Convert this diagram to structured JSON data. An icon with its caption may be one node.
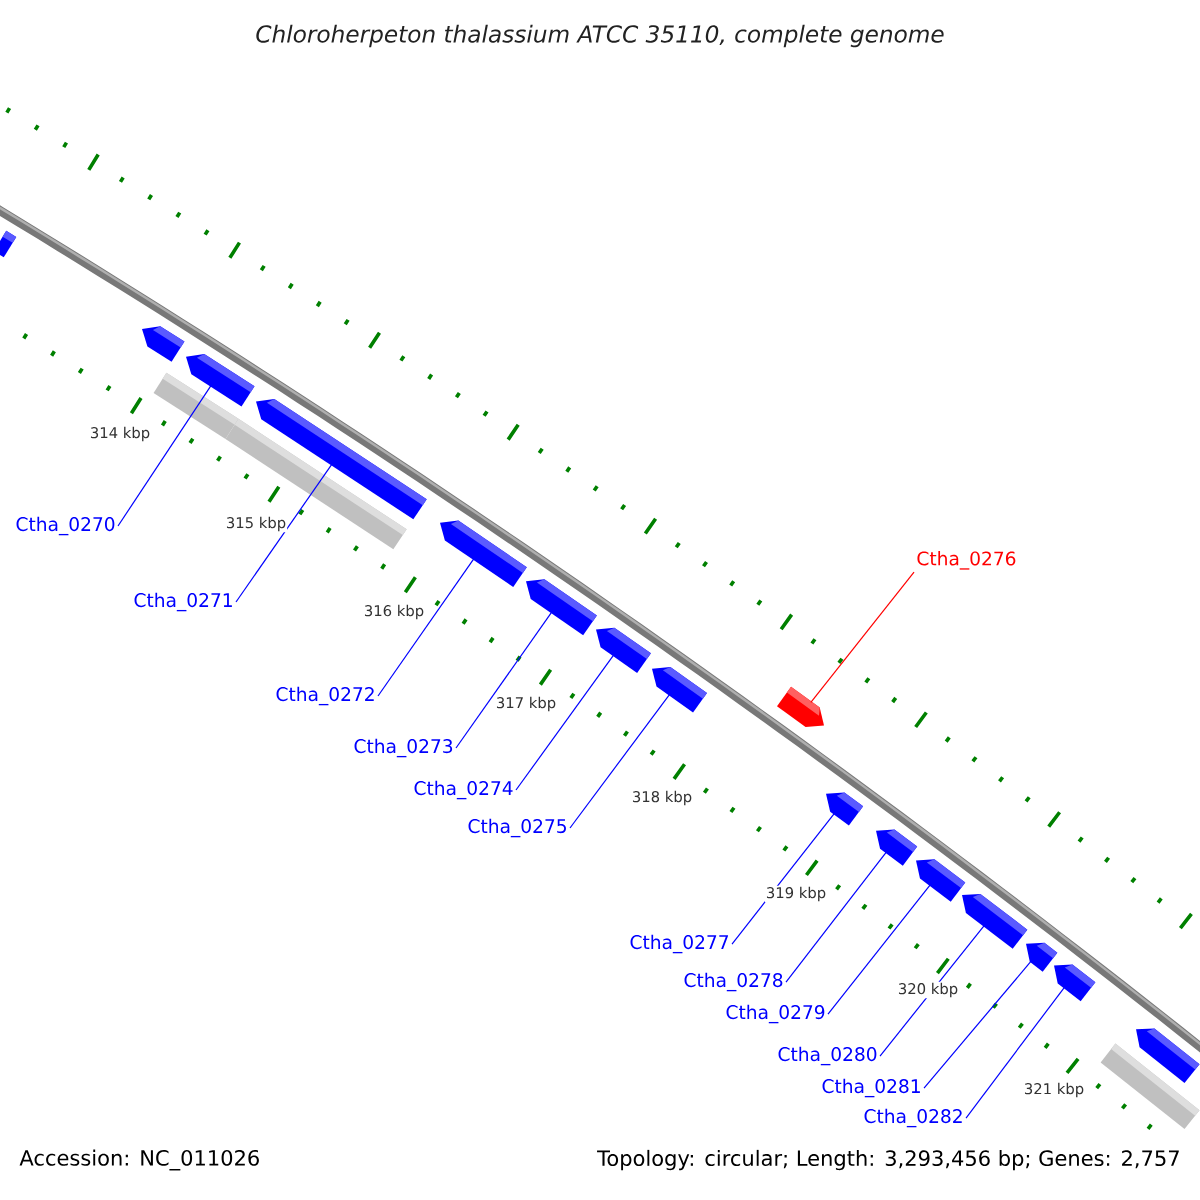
{
  "diagram": {
    "title": "Chloroherpeton thalassium ATCC 35110, complete genome",
    "nodes": [
      {
        "text": [],
        "shape": "bar"
      },
      {
        "text": [],
        "shape": "bar"
      },
      {
        "text": [],
        "shape": "bar"
      },
      {
        "text": [],
        "shape": "bar"
      },
      {
        "text": [],
        "shape": "bar"
      },
      {
        "text": [],
        "shape": "bar"
      },
      {
        "text": [],
        "shape": "bar"
      },
      {
        "text": [],
        "shape": "bar"
      },
      {
        "text": [],
        "shape": "bar"
      },
      {
        "text": [],
        "shape": "bar"
      },
      {
        "text": [],
        "shape": "bar"
      },
      {
        "text": [],
        "shape": "bar"
      },
      {
        "text": [],
        "shape": "bar"
      },
      {
        "text": [],
        "shape": "bar"
      },
      {
        "text": [],
        "shape": "bar"
      },
      {
        "text": [],
        "shape": "bar"
      },
      {
        "text": [],
        "shape": "bar"
      },
      {
        "text": [],
        "shape": "bar"
      },
      {
        "text": [],
        "shape": "bar"
      },
      {
        "text": [
          "Ctha_0270"
        ]
      },
      {
        "text": [
          "Ctha_0271"
        ]
      },
      {
        "text": [
          "Ctha_0272"
        ]
      },
      {
        "text": [
          "Ctha_0273"
        ]
      },
      {
        "text": [
          "Ctha_0274"
        ]
      },
      {
        "text": [
          "Ctha_0275"
        ]
      },
      {
        "text": [
          "Ctha_0276"
        ]
      },
      {
        "text": [
          "Ctha_0277"
        ]
      },
      {
        "text": [
          "Ctha_0278"
        ]
      },
      {
        "text": [
          "Ctha_0279"
        ]
      },
      {
        "text": [
          "Ctha_0280"
        ]
      },
      {
        "text": [
          "Ctha_0281"
        ]
      },
      {
        "text": [
          "Ctha_0282"
        ]
      }
    ],
    "edges": [
      {
        "from": 19,
        "to": 2,
        "arrow": "none"
      },
      {
        "from": 20,
        "to": 3,
        "arrow": "none"
      },
      {
        "from": 21,
        "to": 4,
        "arrow": "none"
      },
      {
        "from": 22,
        "to": 5,
        "arrow": "none"
      },
      {
        "from": 23,
        "to": 6,
        "arrow": "none"
      },
      {
        "from": 24,
        "to": 7,
        "arrow": "none"
      },
      {
        "from": 25,
        "to": 8,
        "arrow": "none",
        "color": "#ff0000"
      },
      {
        "from": 26,
        "to": 9,
        "arrow": "none"
      },
      {
        "from": 27,
        "to": 10,
        "arrow": "none"
      },
      {
        "from": 28,
        "to": 11,
        "arrow": "none"
      },
      {
        "from": 29,
        "to": 12,
        "arrow": "none"
      },
      {
        "from": 30,
        "to": 13,
        "arrow": "none"
      },
      {
        "from": 31,
        "to": 14,
        "arrow": "none"
      }
    ],
    "labels": [
      "314 kbp",
      "315 kbp",
      "316 kbp",
      "317 kbp",
      "318 kbp",
      "319 kbp",
      "320 kbp",
      "321 kbp",
      "Accession: NC_011026",
      "Topology: circular; Length: 3,293,456 bp; Genes: 2,757"
    ]
  }
}
